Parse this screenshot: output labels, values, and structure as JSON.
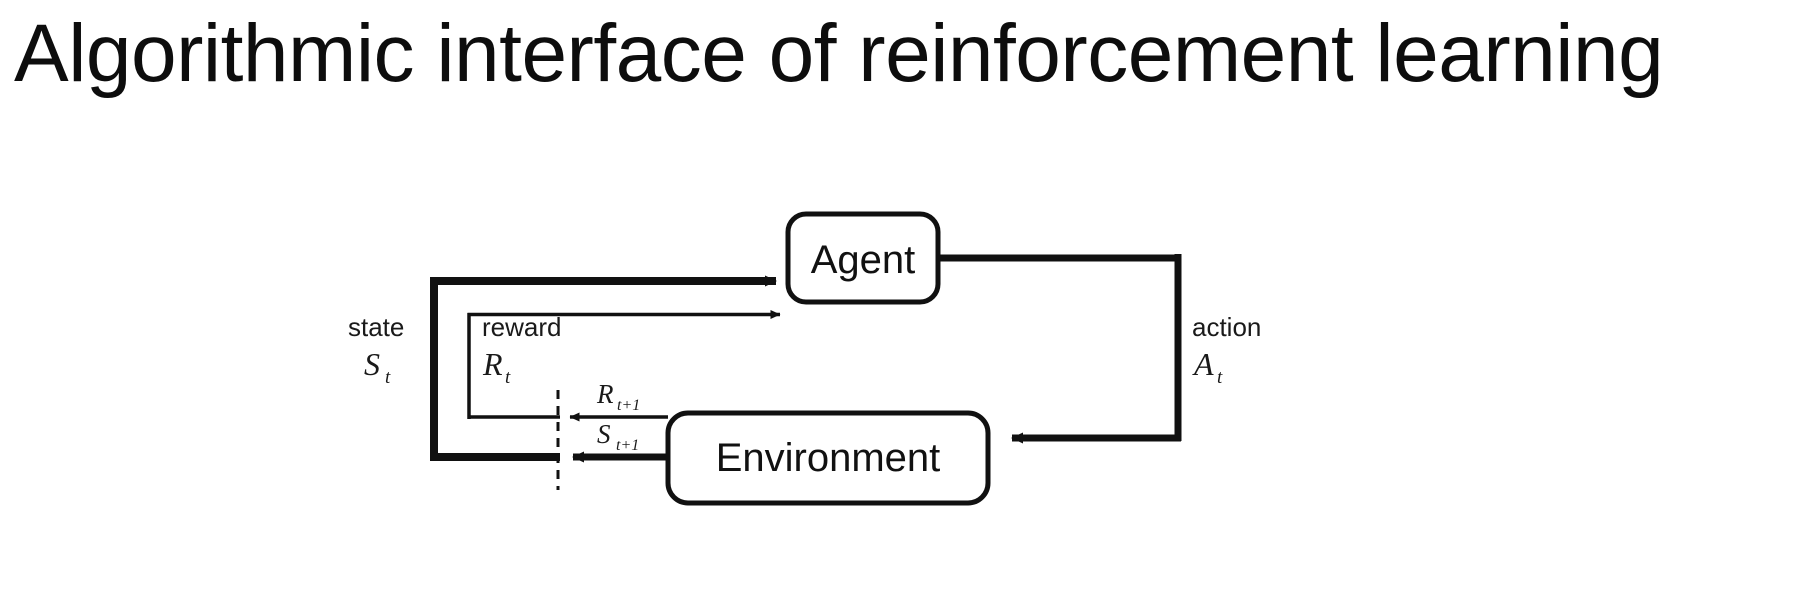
{
  "slide": {
    "title": "Algorithmic interface of reinforcement learning",
    "background_color": "#ffffff",
    "text_color": "#0d0d0d"
  },
  "diagram": {
    "type": "agent-environment-loop",
    "nodes": [
      {
        "id": "agent",
        "label": "Agent"
      },
      {
        "id": "environment",
        "label": "Environment"
      }
    ],
    "edges": [
      {
        "id": "state-edge",
        "from": "environment",
        "to": "agent",
        "weight": "thick",
        "label_text": "state",
        "label_math": "S",
        "label_sub": "t",
        "return_math": "S",
        "return_sub": "t+1"
      },
      {
        "id": "reward-edge",
        "from": "environment",
        "to": "agent",
        "weight": "thin",
        "label_text": "reward",
        "label_math": "R",
        "label_sub": "t",
        "return_math": "R",
        "return_sub": "t+1"
      },
      {
        "id": "action-edge",
        "from": "agent",
        "to": "environment",
        "weight": "thick",
        "label_text": "action",
        "label_math": "A",
        "label_sub": "t"
      }
    ],
    "labels": {
      "agent": "Agent",
      "environment": "Environment",
      "state": "state",
      "reward": "reward",
      "action": "action",
      "state_t": "S",
      "state_t_sub": "t",
      "reward_t": "R",
      "reward_t_sub": "t",
      "action_t": "A",
      "action_t_sub": "t",
      "reward_next": "R",
      "reward_next_sub": "t+1",
      "state_next": "S",
      "state_next_sub": "t+1"
    },
    "stroke_color": "#111111",
    "boundary": "dashed-vertical-line"
  }
}
